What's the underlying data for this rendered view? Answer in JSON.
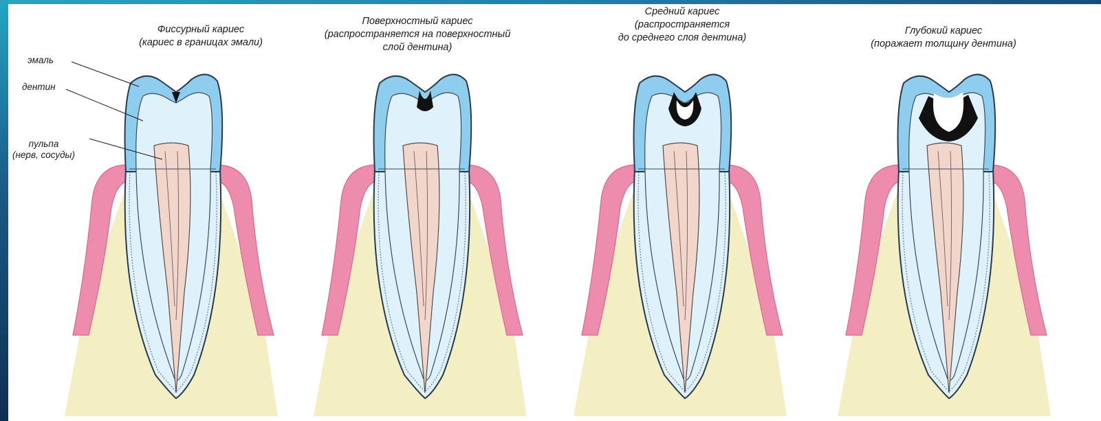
{
  "colors": {
    "enamel": "#8fcdee",
    "dentin": "#dff1fb",
    "pulp": "#f1d6cb",
    "gum": "#ee8cae",
    "bone": "#f3efc2",
    "caries": "#111111"
  },
  "labels": {
    "enamel": "эмаль",
    "dentin": "дентин",
    "pulp_line1": "пульпа",
    "pulp_line2": "(нерв, сосуды)"
  },
  "stages": [
    {
      "id": "fissure",
      "title_lines": [
        "Фиссурный кариес",
        "(кариес в границах эмали)"
      ]
    },
    {
      "id": "superficial",
      "title_lines": [
        "Поверхностный кариес",
        "(распространяется на поверхностный",
        "слой дентина)"
      ]
    },
    {
      "id": "medium",
      "title_lines": [
        "Средний кариес",
        "(распространяется",
        "до среднего слоя дентина)"
      ]
    },
    {
      "id": "deep",
      "title_lines": [
        "Глубокий кариес",
        "(поражает толщину дентина)"
      ]
    }
  ]
}
